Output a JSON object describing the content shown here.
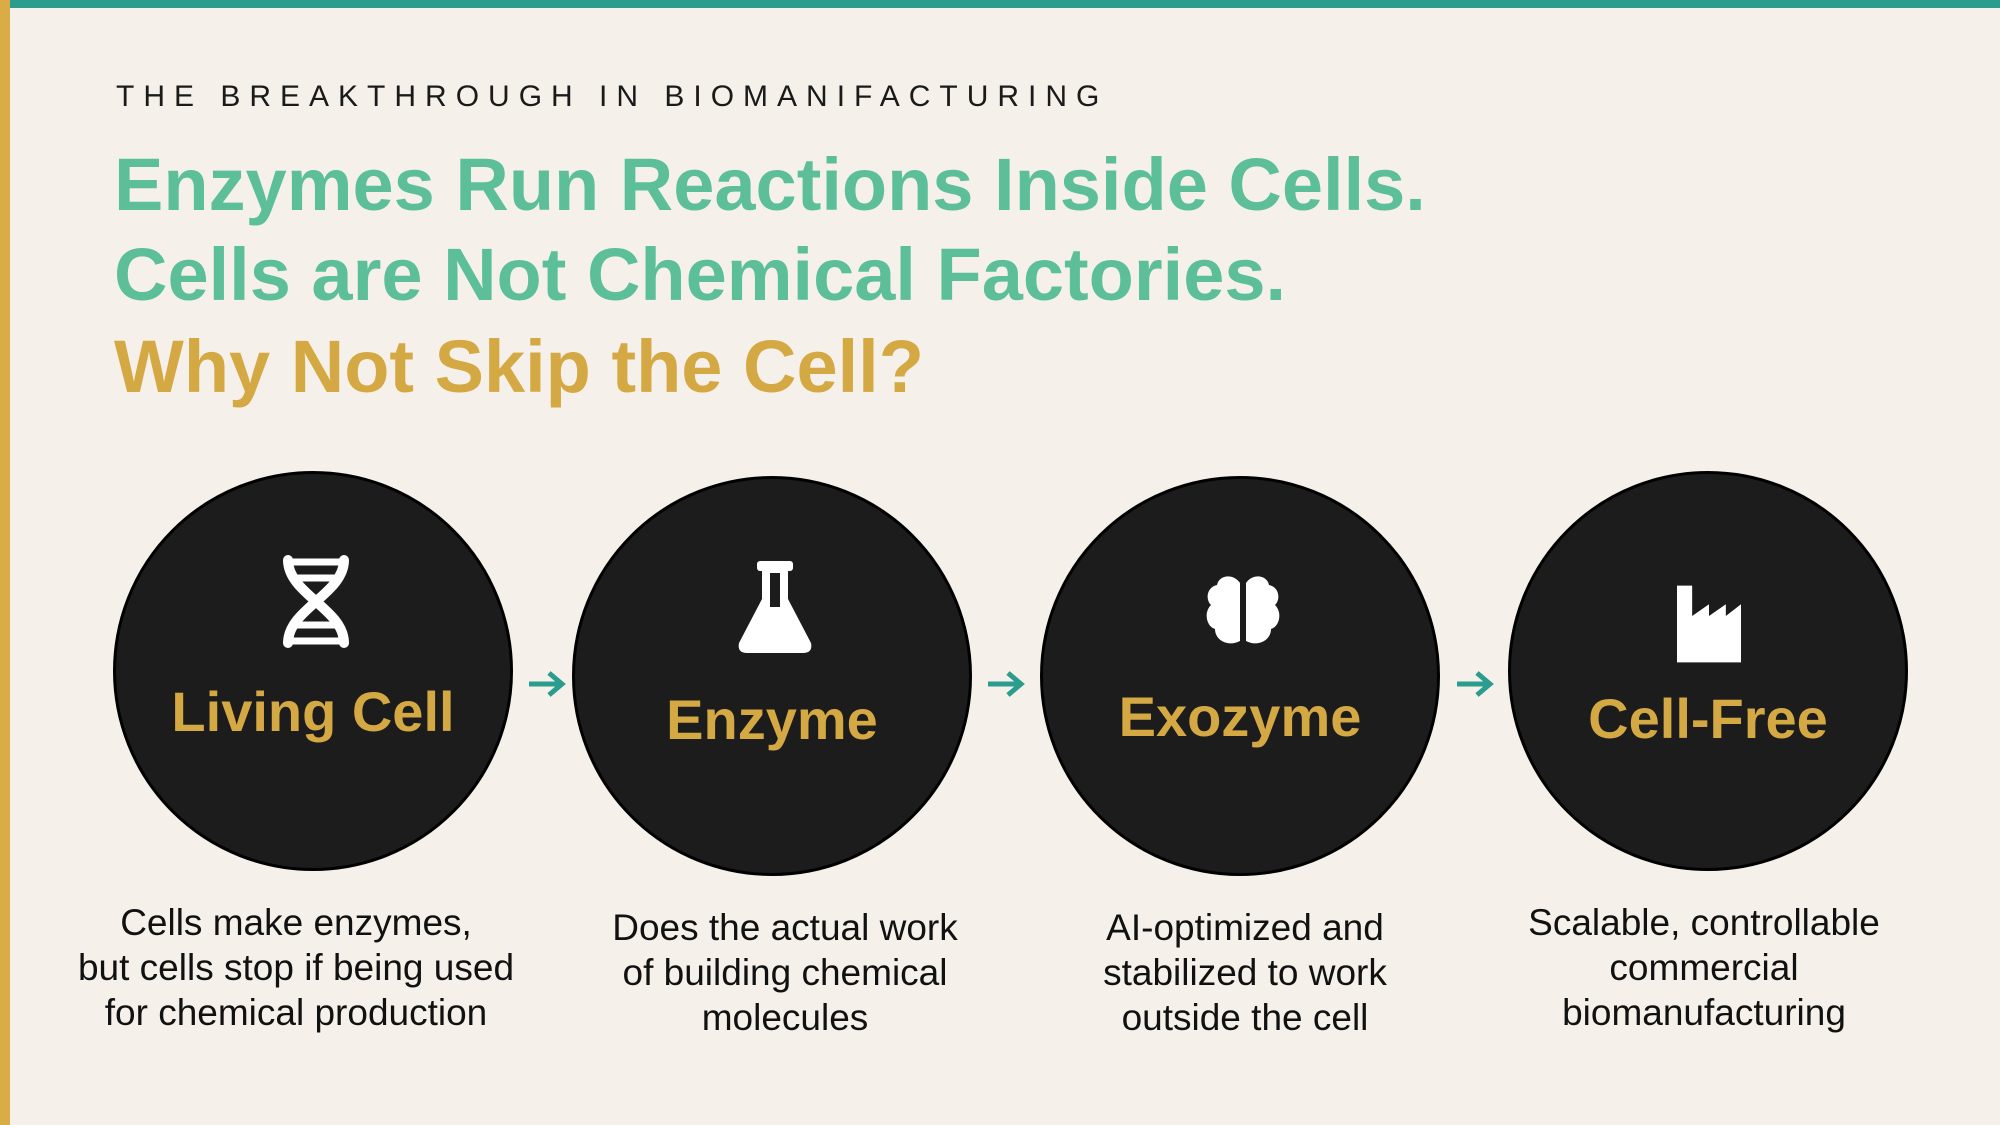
{
  "eyebrow": "THE BREAKTHROUGH IN BIOMANIFACTURING",
  "headline": {
    "line1": "Enzymes Run Reactions Inside Cells.",
    "line2": "Cells are Not Chemical Factories.",
    "line3": "Why Not Skip the Cell?"
  },
  "colors": {
    "teal": "#2a9d8f",
    "green": "#5cbf9a",
    "gold": "#d4a843",
    "circle": "#1c1c1c",
    "background": "#f5f1ea"
  },
  "steps": [
    {
      "icon": "dna-icon",
      "label": "Living Cell",
      "desc": [
        "Cells make enzymes,",
        "but cells stop if being used",
        "for chemical production"
      ]
    },
    {
      "icon": "flask-icon",
      "label": "Enzyme",
      "desc": [
        "Does the actual work",
        "of building chemical",
        "molecules"
      ]
    },
    {
      "icon": "brain-icon",
      "label": "Exozyme",
      "desc": [
        "AI-optimized and",
        "stabilized to work",
        "outside the cell"
      ]
    },
    {
      "icon": "factory-icon",
      "label": "Cell-Free",
      "desc": [
        "Scalable, controllable",
        "commercial",
        "biomanufacturing"
      ]
    }
  ]
}
